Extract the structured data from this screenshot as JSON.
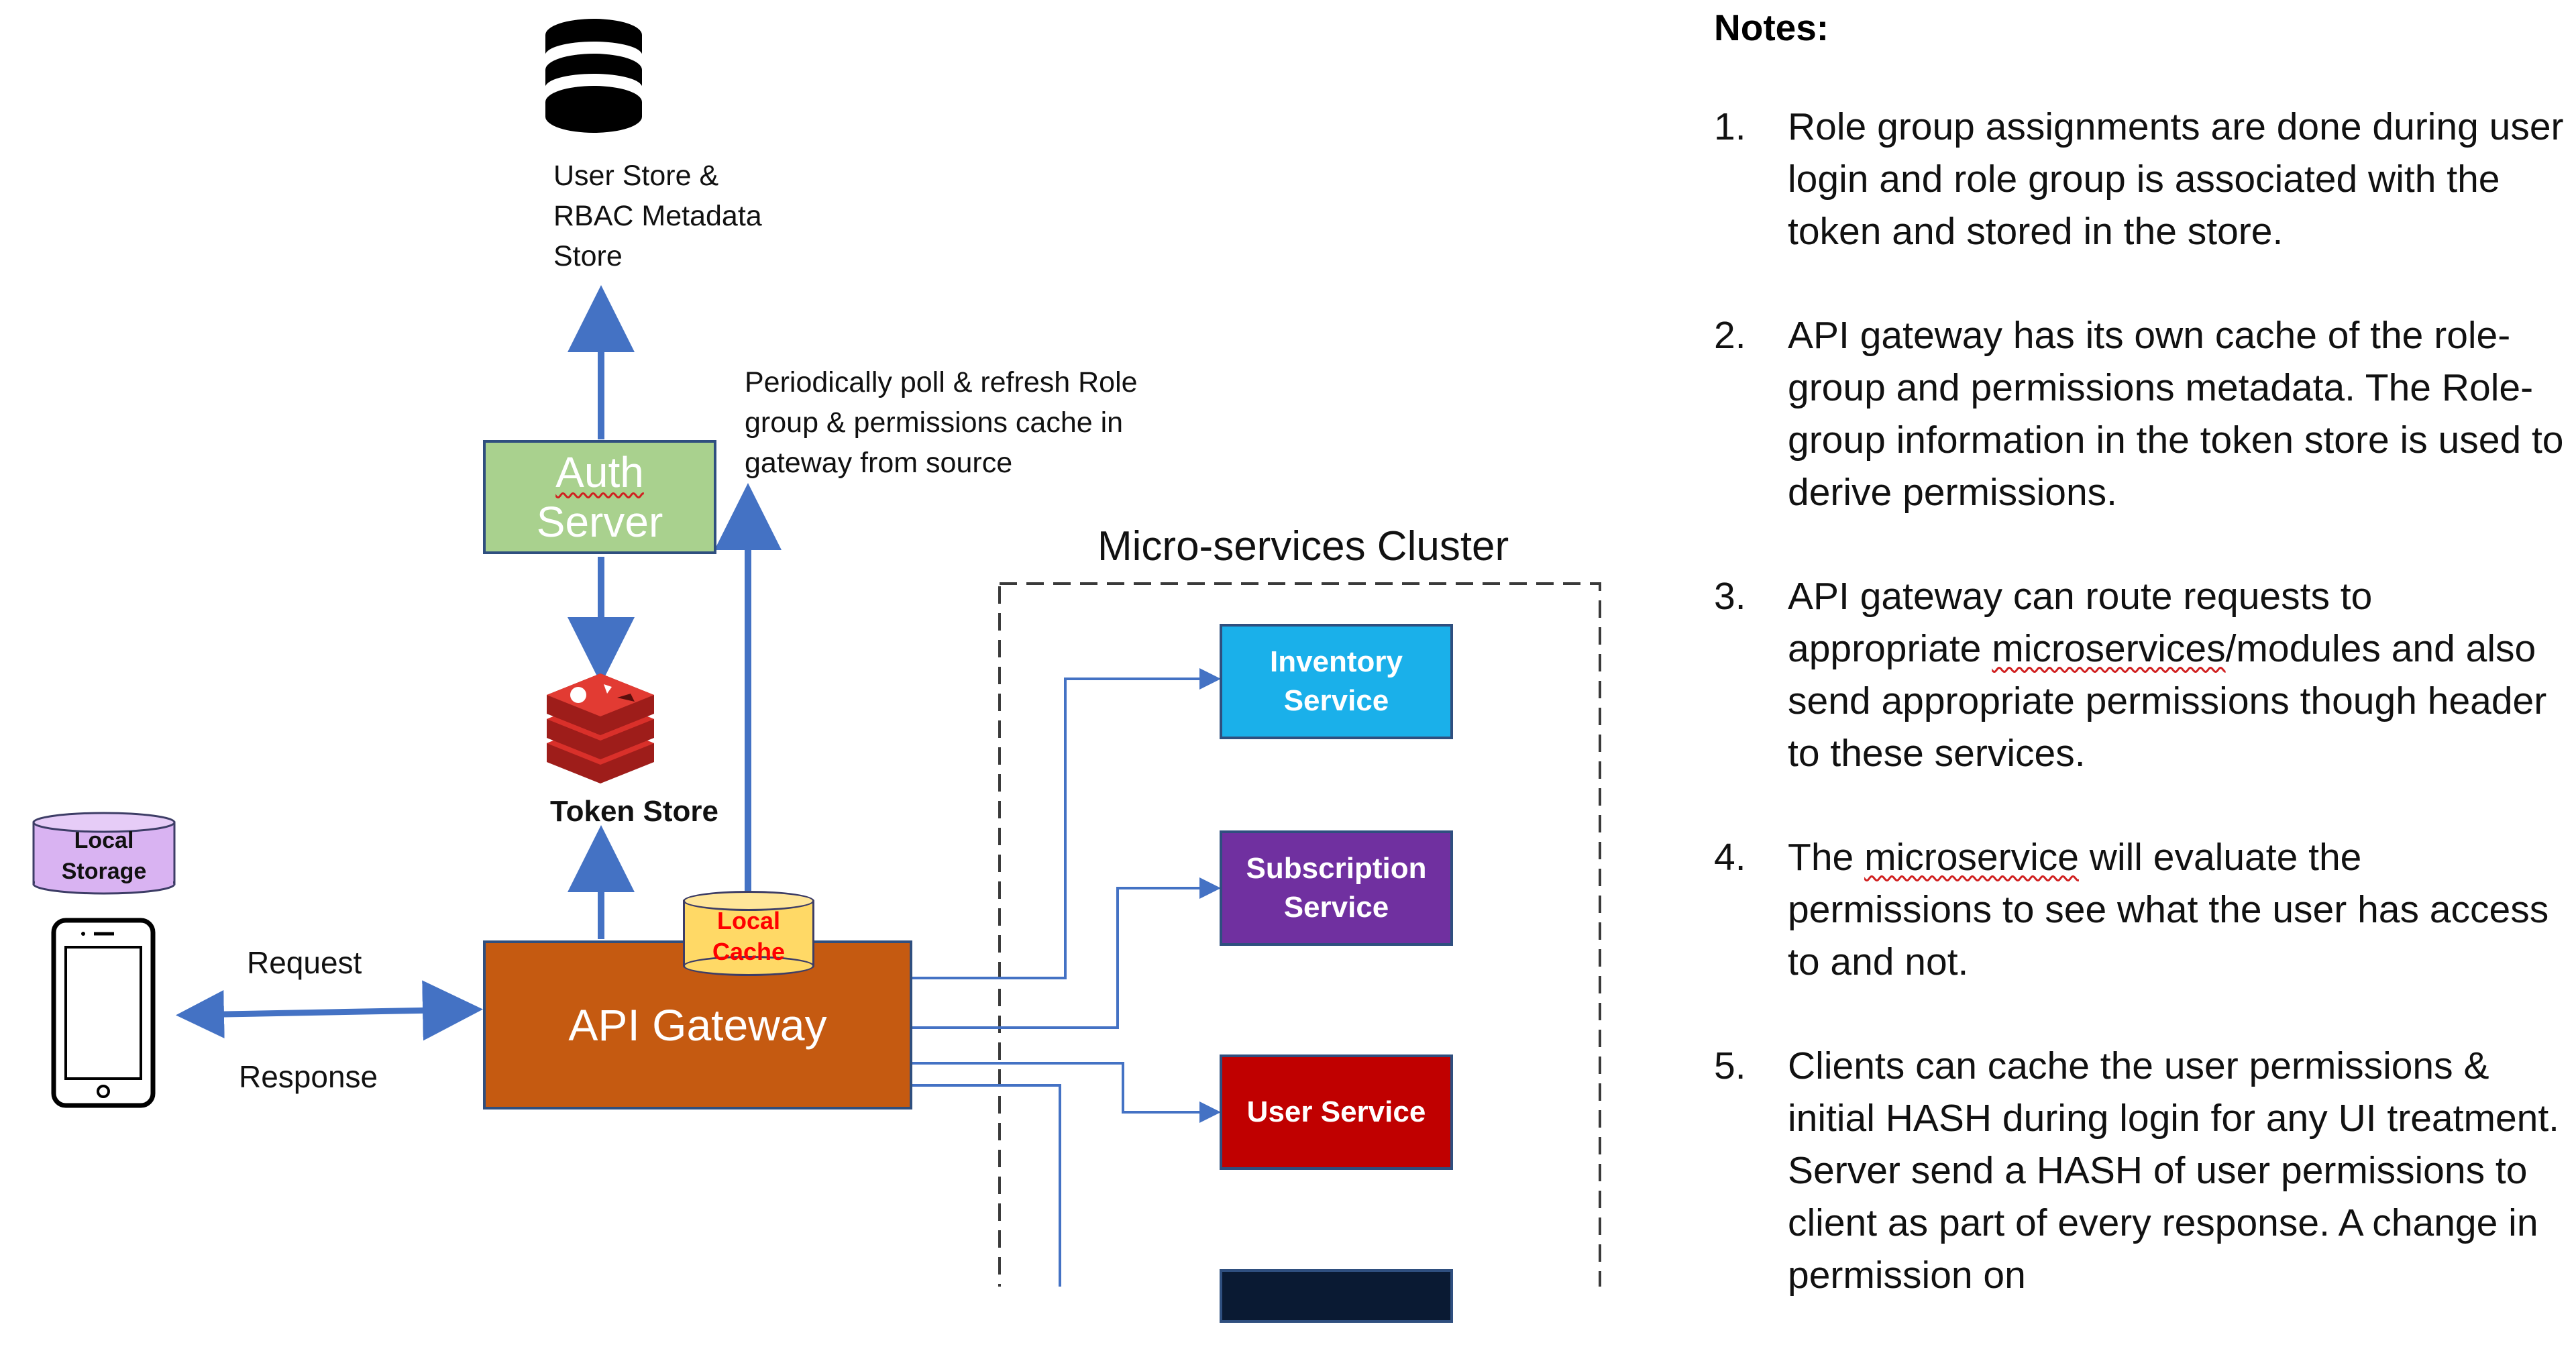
{
  "diagram": {
    "user_store_label": "User Store & RBAC Metadata Store",
    "auth_server_label": {
      "line1": "Auth",
      "line2": "Server"
    },
    "poll_note": "Periodically poll & refresh Role group & permissions cache  in gateway from source",
    "token_store_label": "Token Store",
    "local_storage_label": "Local Storage",
    "local_cache_label": "Local Cache",
    "api_gateway_label": "API Gateway",
    "request_label": "Request",
    "response_label": "Response",
    "cluster_title": "Micro-services Cluster",
    "services": [
      {
        "label": "Inventory Service",
        "color": "#1ab0ea"
      },
      {
        "label": "Subscription Service",
        "color": "#7030a0"
      },
      {
        "label": "User Service",
        "color": "#c00000"
      },
      {
        "label": "",
        "color": "#0a1a33"
      }
    ],
    "colors": {
      "arrow": "#4472c4",
      "auth_server_fill": "#a9d18e",
      "api_gateway_fill": "#c55a11",
      "local_cache_fill": "#ffd966",
      "local_storage_fill": "#d9b3f2",
      "token_store_red": "#d9302a"
    }
  },
  "notes": {
    "title": "Notes:",
    "items": [
      {
        "num": "1.",
        "text": "Role group assignments are done during user login and role group is associated with the token and stored in the store."
      },
      {
        "num": "2.",
        "text": "API gateway has its own cache of the role-group and permissions metadata.  The Role-group information in the token store is used to derive permissions."
      },
      {
        "num": "3.",
        "text_a": "API gateway can route requests to appropriate ",
        "text_b": "microservices",
        "text_c": "/modules and also send appropriate permissions though header to these services."
      },
      {
        "num": "4.",
        "text_a": "The ",
        "text_b": "microservice",
        "text_c": " will evaluate the permissions to see what the user has access to and not."
      },
      {
        "num": "5.",
        "text": "Clients can cache the user permissions & initial HASH during login for any UI treatment. Server send a HASH of user permissions to client as part of every response. A change in permission on"
      }
    ]
  }
}
